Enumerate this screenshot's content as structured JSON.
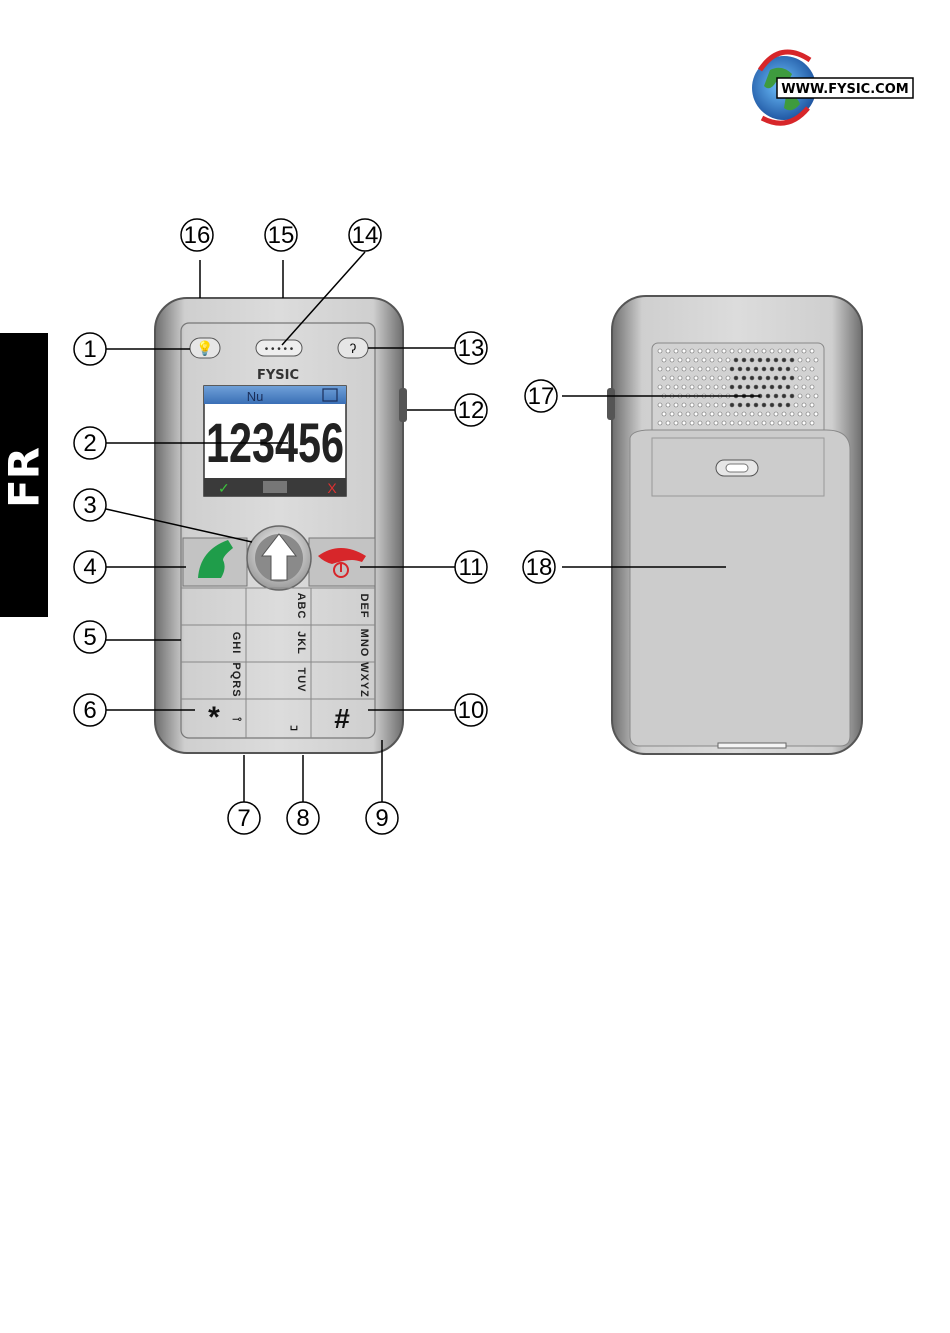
{
  "language_tab": "FR",
  "logo": {
    "text": "WWW.FYSIC.COM"
  },
  "phone_front": {
    "brand": "FYSIC",
    "screen": {
      "header": "Nu",
      "number": "123456"
    },
    "keys": {
      "row1": [
        "",
        "ABC",
        "DEF"
      ],
      "row2": [
        "GHI",
        "JKL",
        "MNO"
      ],
      "row3": [
        "PQRS",
        "TUV",
        "WXYZ"
      ],
      "row4": [
        "*",
        "␣",
        "#"
      ]
    }
  },
  "callouts": [
    "1",
    "2",
    "3",
    "4",
    "5",
    "6",
    "7",
    "8",
    "9",
    "10",
    "11",
    "12",
    "13",
    "14",
    "15",
    "16",
    "17",
    "18"
  ]
}
